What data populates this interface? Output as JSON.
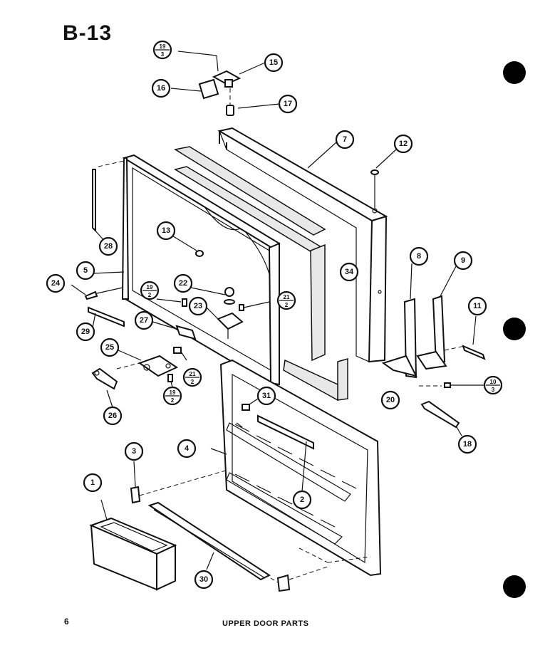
{
  "header": {
    "title": "B-13"
  },
  "footer": {
    "page_number": "6",
    "caption": "UPPER DOOR PARTS"
  },
  "callouts": [
    {
      "id": "c1",
      "label": "1"
    },
    {
      "id": "c2",
      "label": "2"
    },
    {
      "id": "c3",
      "label": "3"
    },
    {
      "id": "c4",
      "label": "4"
    },
    {
      "id": "c5",
      "label": "5"
    },
    {
      "id": "c7",
      "label": "7"
    },
    {
      "id": "c8",
      "label": "8"
    },
    {
      "id": "c9",
      "label": "9"
    },
    {
      "id": "c11",
      "label": "11"
    },
    {
      "id": "c12",
      "label": "12"
    },
    {
      "id": "c13",
      "label": "13"
    },
    {
      "id": "c15",
      "label": "15"
    },
    {
      "id": "c16",
      "label": "16"
    },
    {
      "id": "c17",
      "label": "17"
    },
    {
      "id": "c18",
      "label": "18"
    },
    {
      "id": "c20",
      "label": "20"
    },
    {
      "id": "c22",
      "label": "22"
    },
    {
      "id": "c23",
      "label": "23"
    },
    {
      "id": "c24",
      "label": "24"
    },
    {
      "id": "c25",
      "label": "25"
    },
    {
      "id": "c26",
      "label": "26"
    },
    {
      "id": "c27",
      "label": "27"
    },
    {
      "id": "c28",
      "label": "28"
    },
    {
      "id": "c29",
      "label": "29"
    },
    {
      "id": "c30",
      "label": "30"
    },
    {
      "id": "c31",
      "label": "31"
    },
    {
      "id": "c34",
      "label": "34"
    }
  ],
  "fractions": [
    {
      "id": "f1",
      "top": "19",
      "bottom": "3"
    },
    {
      "id": "f2",
      "top": "19",
      "bottom": "2"
    },
    {
      "id": "f3",
      "top": "21",
      "bottom": "2"
    },
    {
      "id": "f4",
      "top": "10",
      "bottom": "3"
    },
    {
      "id": "f5",
      "top": "21",
      "bottom": "2"
    },
    {
      "id": "f6",
      "top": "19",
      "bottom": "2"
    }
  ]
}
